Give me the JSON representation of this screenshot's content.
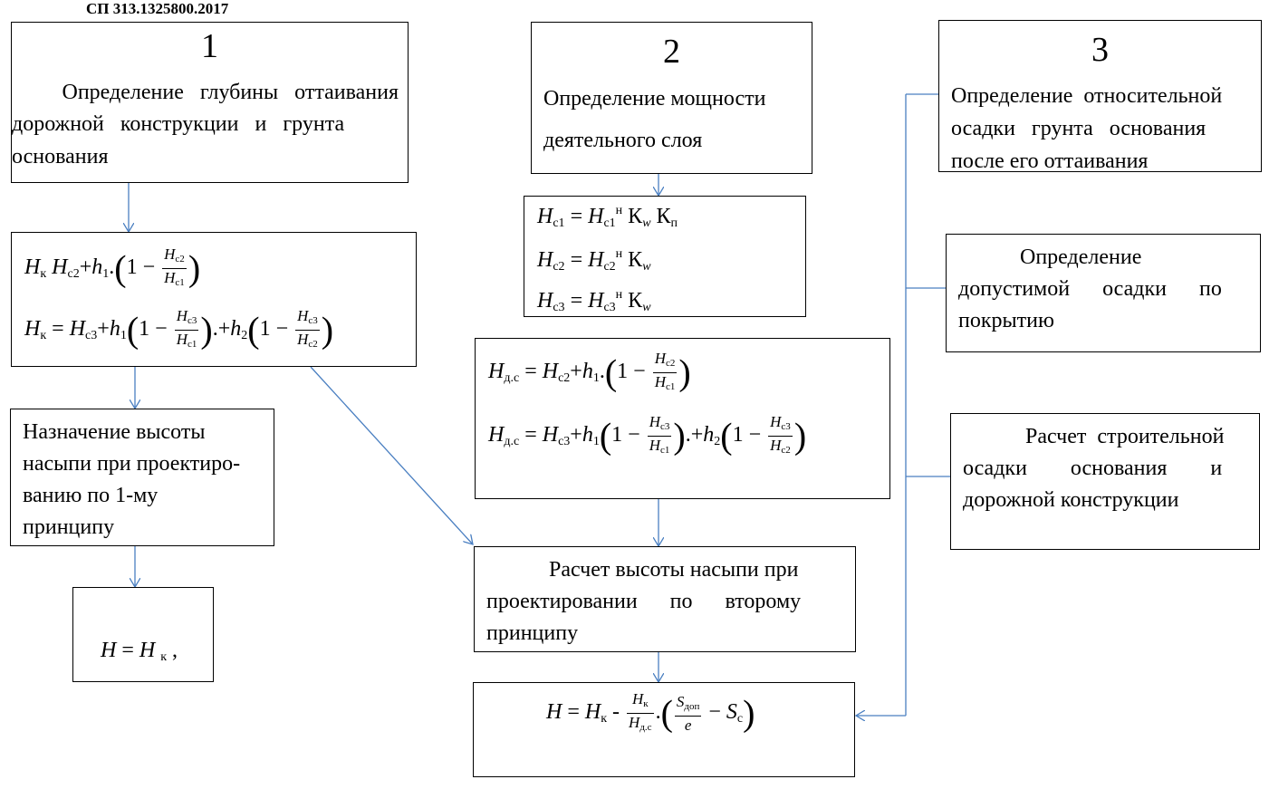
{
  "header": {
    "document_code": "СП   313.1325800.2017"
  },
  "boxes": {
    "box1": {
      "number": "1",
      "line1": "Определение   глубины   оттаивания",
      "line2": "дорожной   конструкции   и   грунта",
      "line3": "основания"
    },
    "box2": {
      "number": "2",
      "line1": "Определение мощности",
      "line2": "деятельного слоя"
    },
    "box3": {
      "number": "3",
      "line1": "Определение  относительной",
      "line2": "осадки   грунта   основания",
      "line3": "после его оттаивания"
    },
    "allowed_settlement": {
      "line1": "Определение",
      "line2": "допустимой      осадки      по",
      "line3": "покрытию"
    },
    "construction_settlement": {
      "line1": "Расчет  строительной",
      "line2": "осадки        основания        и",
      "line3": "дорожной конструкции"
    },
    "embankment_principle1": {
      "line1": "Назначение высоты",
      "line2": "насыпи при проектиро-",
      "line3": "ванию по 1-му",
      "line4": "принципу"
    },
    "embankment_principle2": {
      "line1": "Расчет высоты насыпи при",
      "line2": "проектировании      по      второму",
      "line3": "принципу"
    }
  },
  "formulas": {
    "hk_1": "Hк Hc2+h1.(1 − Hc2/Hc1)",
    "hk_2": "Hк = Hc3+h1(1 − Hc3/Hc1).+h2(1 − Hc3/Hc2)",
    "hc1": "Hc1 = Hc1н Кw Кп",
    "hc2": "Hc2 = Hc2н Кw",
    "hc3": "Hc3 = Hc3н Кw",
    "hds_1": "Hд.с = Hc2+h1.(1 − Hc2/Hc1)",
    "hds_2": "Hд.с = Hc3+h1(1 − Hc3/Hc1).+h2(1 − Hc3/Hc2)",
    "h_principle1": "H = H к ,",
    "h_principle2": "H = Hк - Hк/Hд.с .(Sдоп/e − Sc)"
  },
  "colors": {
    "arrow": "#4a7fc1",
    "border": "#000000"
  }
}
